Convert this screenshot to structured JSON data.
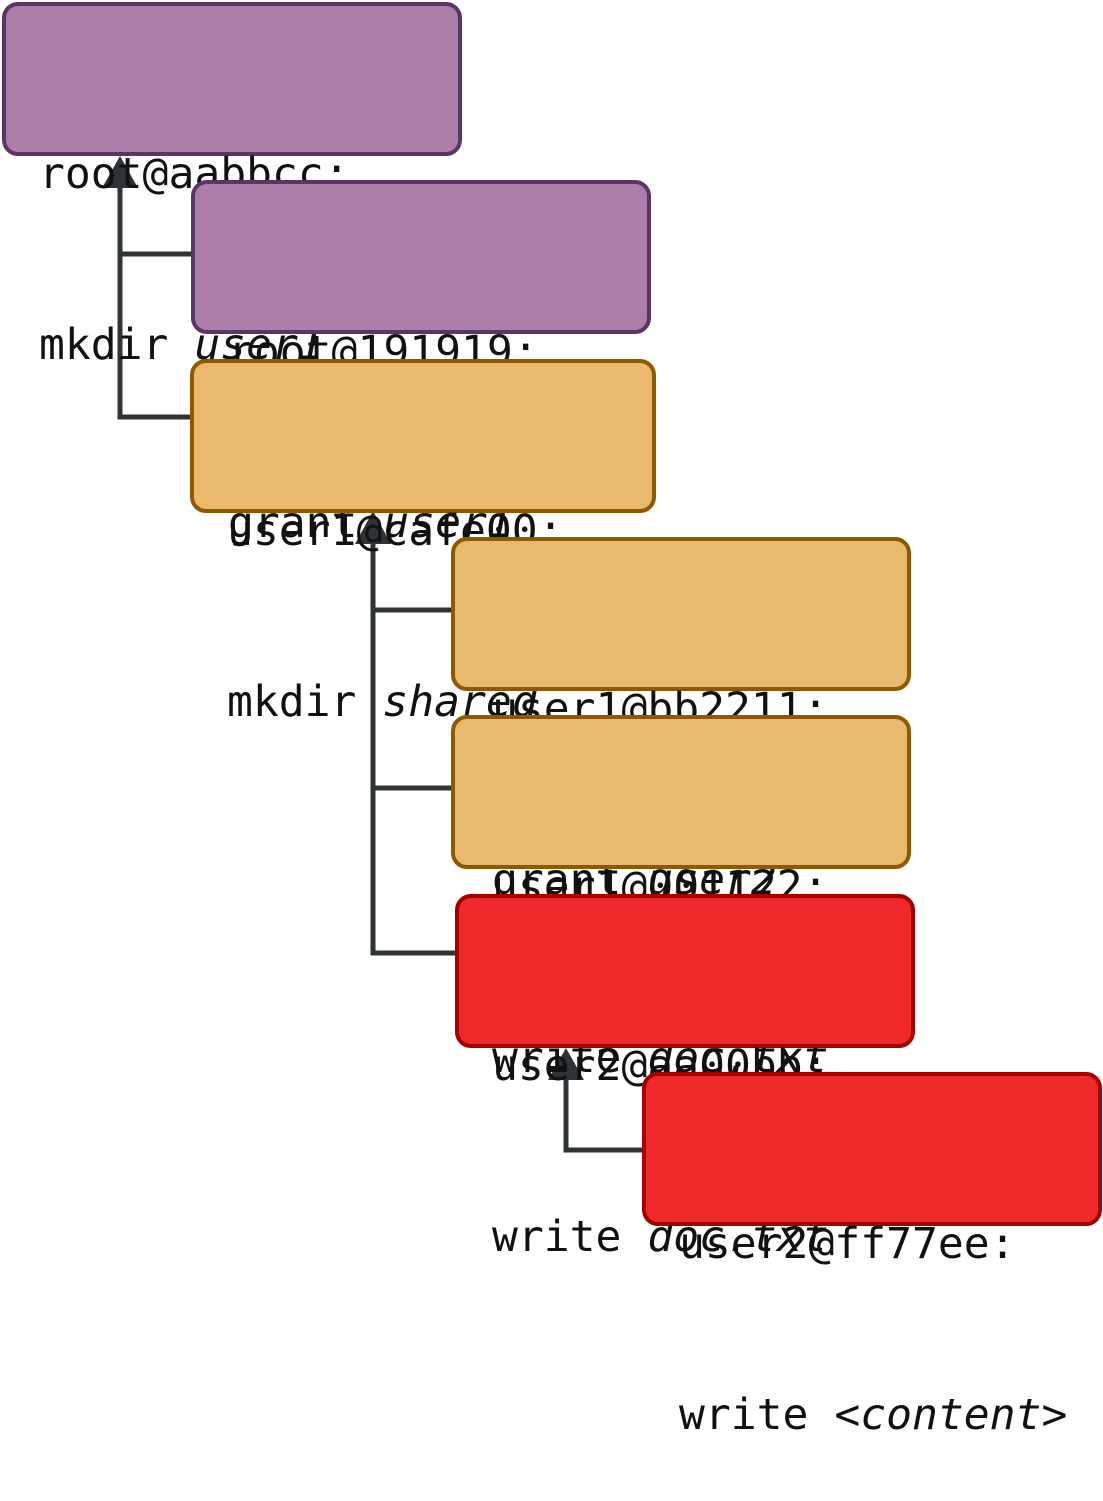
{
  "colors": {
    "root_fill": "#ad7fa8",
    "root_border": "#5c3566",
    "user1_fill": "#e9b96e",
    "user1_border": "#8f5902",
    "user2_fill": "#ef2929",
    "user2_border": "#a40000",
    "connector": "#2e3436"
  },
  "nodes": [
    {
      "id": "root-aabbcc",
      "header": "root@aabbcc:",
      "command": "mkdir",
      "argument": "user1",
      "owner": "root"
    },
    {
      "id": "root-191919",
      "header": "root@191919:",
      "command": "grant",
      "argument": "user1",
      "owner": "root"
    },
    {
      "id": "user1-cafe00",
      "header": "user1@cafe00:",
      "command": "mkdir",
      "argument": "shared",
      "owner": "user1"
    },
    {
      "id": "user1-bb2211",
      "header": "user1@bb2211:",
      "command": "grant",
      "argument": "user2",
      "owner": "user1"
    },
    {
      "id": "user1-001122",
      "header": "user1@001122:",
      "command": "write",
      "argument": "doc.txt",
      "owner": "user1"
    },
    {
      "id": "user2-aa00bb",
      "header": "user2@aa00bb:",
      "command": "write",
      "argument": "doc.txt",
      "owner": "user2"
    },
    {
      "id": "user2-ff77ee",
      "header": "user2@ff77ee:",
      "command": "write",
      "argument": "<content>",
      "owner": "user2"
    }
  ]
}
